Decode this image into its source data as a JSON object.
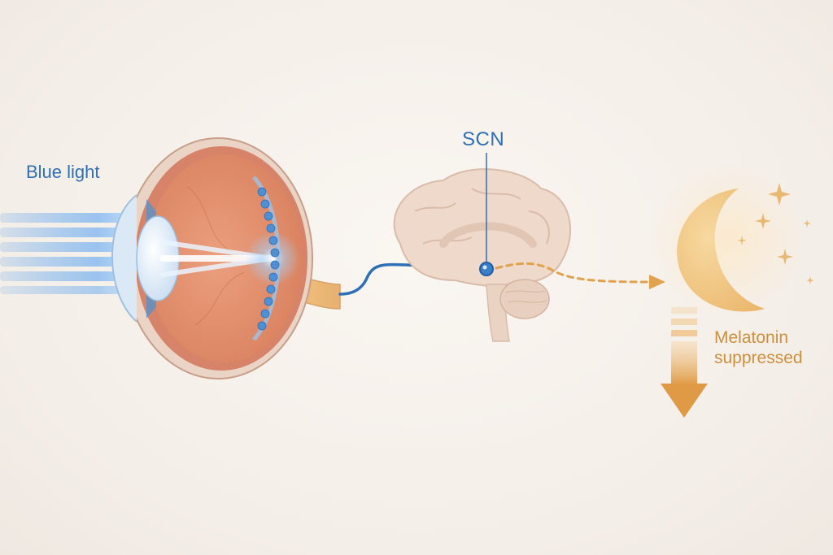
{
  "labels": {
    "light": "Blue light",
    "scn": "SCN",
    "melatonin_line1": "Melatonin",
    "melatonin_line2": "suppressed"
  },
  "colors": {
    "background": "#f6f1ec",
    "blue_accent": "#2f6fb6",
    "light_ray": "#7eb2ea",
    "eye_wall": "#d7836a",
    "eye_interior": "#e2906e",
    "photoreceptor": "#4f8fd3",
    "brain": "#eed9cb",
    "melatonin_orange": "#e2a14d",
    "moon": "#f0c47a"
  },
  "icons": {
    "eye": "eye-cross-section-icon",
    "brain": "brain-sagittal-icon",
    "moon": "crescent-moon-icon",
    "stars": "sparkle-star-icon",
    "down_arrow": "down-arrow-icon"
  }
}
